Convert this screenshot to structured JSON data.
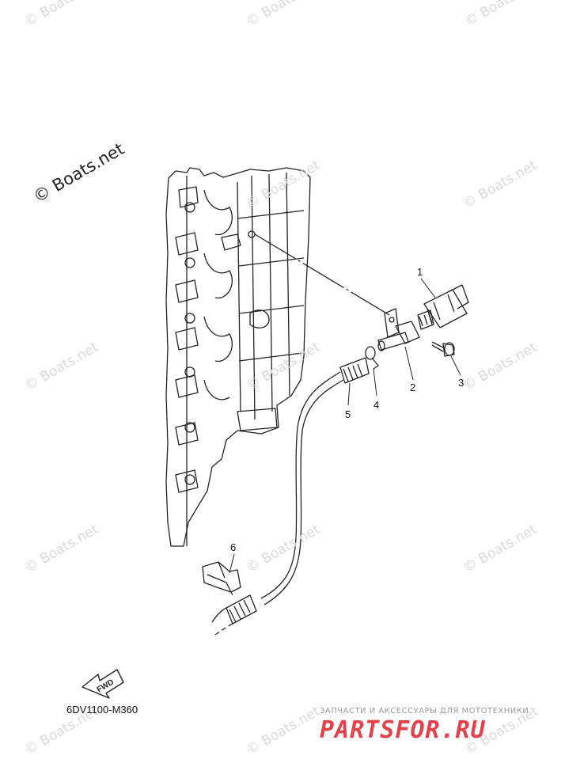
{
  "watermark": "© Boats.net",
  "watermark_main": "© Boats.net",
  "callouts": [
    "1",
    "2",
    "3",
    "4",
    "5",
    "6"
  ],
  "fwd_label": "FWD",
  "part_code": "6DV1100-M360",
  "brand": {
    "tagline": "ЗАПЧАСТИ И АКСЕССУАРЫ ДЛЯ МОТОТЕХНИКИ",
    "logo": "PARTSFOR.RU",
    "color": "#e0222b"
  }
}
